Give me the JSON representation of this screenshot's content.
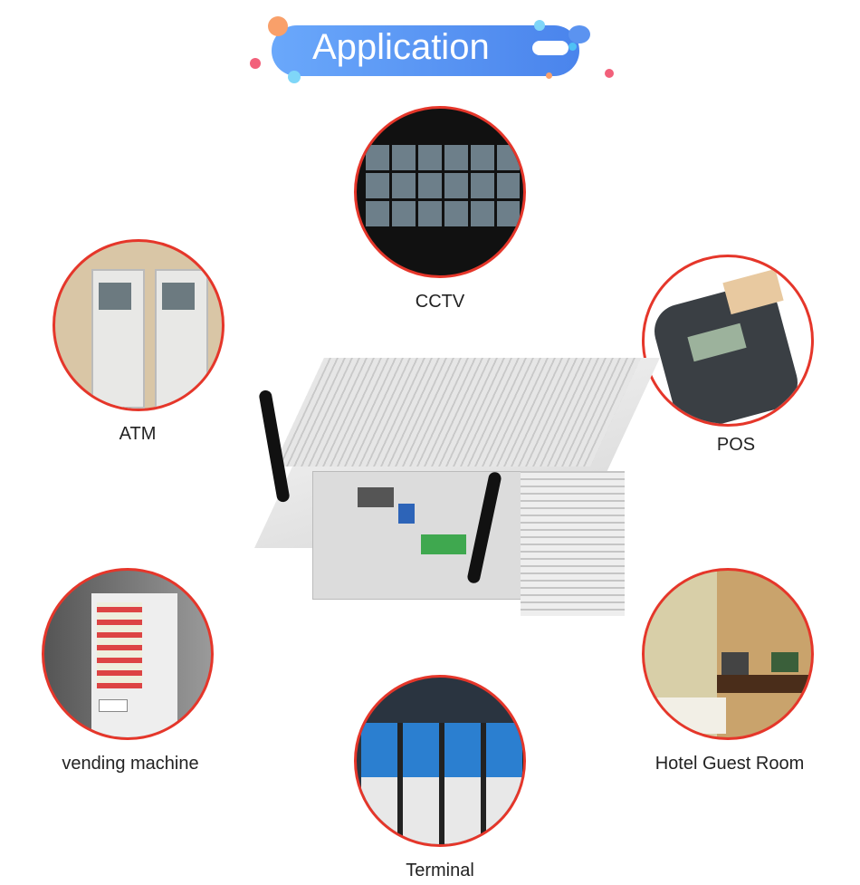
{
  "header": {
    "title": "Application",
    "colors": {
      "banner": "#4a84ec",
      "accent_orange": "#f9a06a",
      "accent_cyan": "#7fd6f8",
      "accent_pink": "#f2607a"
    }
  },
  "applications": [
    {
      "id": "cctv",
      "label": "CCTV"
    },
    {
      "id": "atm",
      "label": "ATM"
    },
    {
      "id": "pos",
      "label": "POS"
    },
    {
      "id": "vending",
      "label": "vending machine"
    },
    {
      "id": "hotel",
      "label": "Hotel Guest Room"
    },
    {
      "id": "terminal",
      "label": "Terminal"
    }
  ],
  "style": {
    "ring_color": "#e5362a"
  }
}
